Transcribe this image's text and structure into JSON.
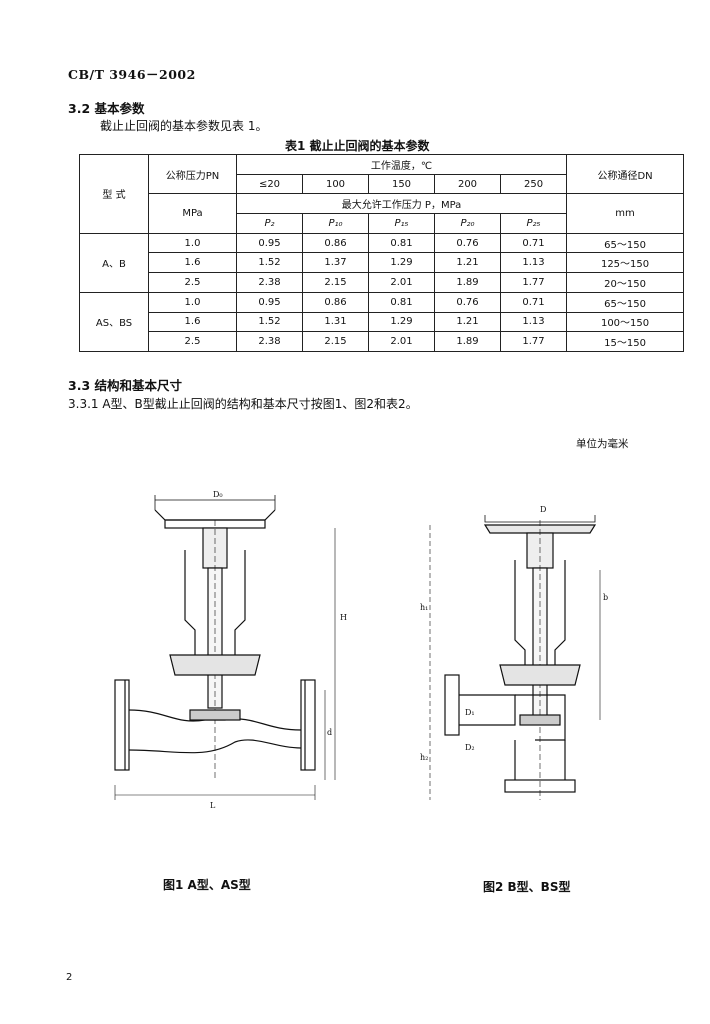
{
  "header": {
    "standard": "CB/T 3946－2002"
  },
  "section_3_2": {
    "heading": "3.2  基本参数",
    "body": "截止止回阀的基本参数见表 1。",
    "table_caption": "表1  截止止回阀的基本参数"
  },
  "table": {
    "col_type": "型 式",
    "col_pressure_line1": "公称压力PN",
    "col_pressure_line2": "MPa",
    "col_temp_header": "工作温度，℃",
    "temps": [
      "≤20",
      "100",
      "150",
      "200",
      "250"
    ],
    "col_max_pressure": "最大允许工作压力  P，MPa",
    "p_symbols": [
      "P₂",
      "P₁₀",
      "P₁₅",
      "P₂₀",
      "P₂₅"
    ],
    "col_dn_line1": "公称通径DN",
    "col_dn_line2": "mm",
    "groups": [
      {
        "type": "A、B",
        "rows": [
          {
            "pn": "1.0",
            "p": [
              "0.95",
              "0.86",
              "0.81",
              "0.76",
              "0.71"
            ],
            "dn": "65～150"
          },
          {
            "pn": "1.6",
            "p": [
              "1.52",
              "1.37",
              "1.29",
              "1.21",
              "1.13"
            ],
            "dn": "125～150"
          },
          {
            "pn": "2.5",
            "p": [
              "2.38",
              "2.15",
              "2.01",
              "1.89",
              "1.77"
            ],
            "dn": "20～150"
          }
        ]
      },
      {
        "type": "AS、BS",
        "rows": [
          {
            "pn": "1.0",
            "p": [
              "0.95",
              "0.86",
              "0.81",
              "0.76",
              "0.71"
            ],
            "dn": "65～150"
          },
          {
            "pn": "1.6",
            "p": [
              "1.52",
              "1.31",
              "1.29",
              "1.21",
              "1.13"
            ],
            "dn": "100～150"
          },
          {
            "pn": "2.5",
            "p": [
              "2.38",
              "2.15",
              "2.01",
              "1.89",
              "1.77"
            ],
            "dn": "15～150"
          }
        ]
      }
    ]
  },
  "section_3_3": {
    "heading": "3.3  结构和基本尺寸",
    "sub_331": "3.3.1  A型、B型截止止回阀的结构和基本尺寸按图1、图2和表2。",
    "unit_note": "单位为毫米"
  },
  "figures": {
    "fig1_caption": "图1 A型、AS型",
    "fig2_caption": "图2 B型、BS型",
    "labels": {
      "D0": "D₀",
      "H": "H",
      "L": "L",
      "d": "d",
      "b": "b",
      "D": "D",
      "D1": "D₁",
      "D2": "D₂",
      "h1": "h₁",
      "h2": "h₂"
    }
  },
  "footer": {
    "page_number": "2"
  }
}
